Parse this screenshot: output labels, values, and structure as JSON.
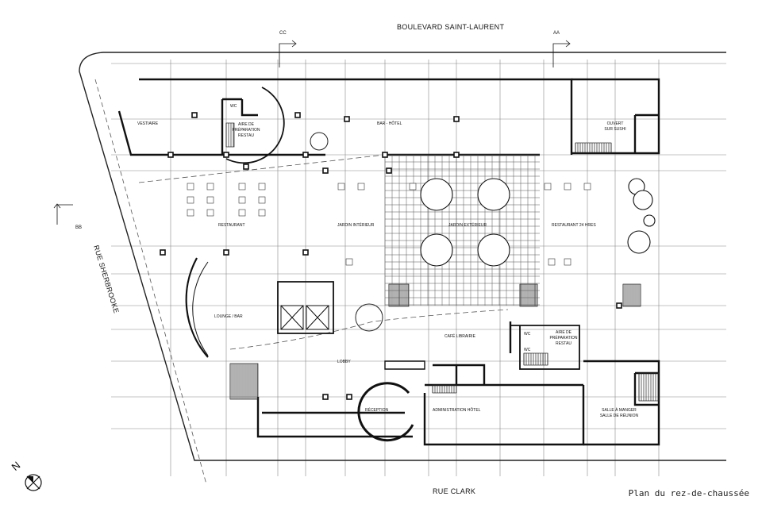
{
  "streets": {
    "north": "BOULEVARD SAINT-LAURENT",
    "west": "RUE SHERBROOKE",
    "south": "RUE CLARK"
  },
  "sections": {
    "cc": "CC",
    "aa": "AA",
    "bb": "BB"
  },
  "compass": {
    "label": "N"
  },
  "caption": "Plan du rez-de-chaussée",
  "rooms": {
    "vestiaire": "VESTIAIRE",
    "wc_top": "WC",
    "prep_top_1": "AIRE DE",
    "prep_top_2": "PRÉPARATION",
    "prep_top_3": "RESTAU",
    "bar_hotel": "BAR - HÔTEL",
    "sushi_1": "OUVERT",
    "sushi_2": "SUR SUSHI",
    "restaurant": "RESTAURANT",
    "jardin_interieur": "JARDIN INTÉRIEUR",
    "jardin_exterieur": "JARDIN EXTÉRIEUR",
    "restaurant_24": "RESTAURANT 24 HRES",
    "lounge": "LOUNGE / BAR",
    "cafe": "CAFÉ LIBRAIRIE",
    "wc_1": "WC",
    "wc_2": "WC",
    "prep_bot_1": "AIRE DE",
    "prep_bot_2": "PRÉPARATION",
    "prep_bot_3": "RESTAU",
    "lobby": "LOBBY",
    "reception": "RÉCEPTION",
    "admin": "ADMINISTRATION HÔTEL",
    "salle_1": "SALLE À MANGER",
    "salle_2": "SALLE DE RÉUNION"
  }
}
